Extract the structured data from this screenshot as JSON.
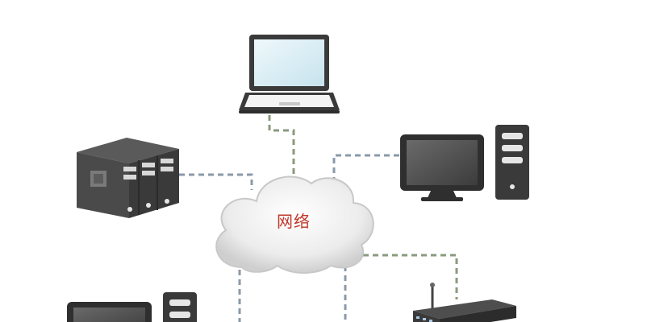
{
  "diagram": {
    "cloud": {
      "label": "网络",
      "icon": "cloud-icon"
    },
    "nodes": [
      {
        "id": "laptop",
        "icon": "laptop-icon"
      },
      {
        "id": "server",
        "icon": "server-rack-icon"
      },
      {
        "id": "desktop-right",
        "icon": "desktop-computer-icon"
      },
      {
        "id": "desktop-bottom-left",
        "icon": "desktop-computer-icon"
      },
      {
        "id": "router",
        "icon": "router-icon"
      }
    ],
    "links": [
      {
        "from": "laptop",
        "to": "cloud",
        "color": "#8a9a7e"
      },
      {
        "from": "server",
        "to": "cloud",
        "color": "#8a9aa8"
      },
      {
        "from": "desktop-right",
        "to": "cloud",
        "color": "#8a9aa8"
      },
      {
        "from": "router",
        "to": "cloud",
        "color": "#8a9a7e"
      },
      {
        "from": "desktop-bottom-left",
        "to": "cloud",
        "color": "#8a9aa8"
      },
      {
        "from": "cloud",
        "to": "off-frame",
        "color": "#8a9aa8"
      }
    ],
    "colors": {
      "label": "#c0392b",
      "device_dark": "#3a3a3a",
      "screen": "#d9eef6",
      "cloud_fill": "#e4e4e4"
    }
  }
}
